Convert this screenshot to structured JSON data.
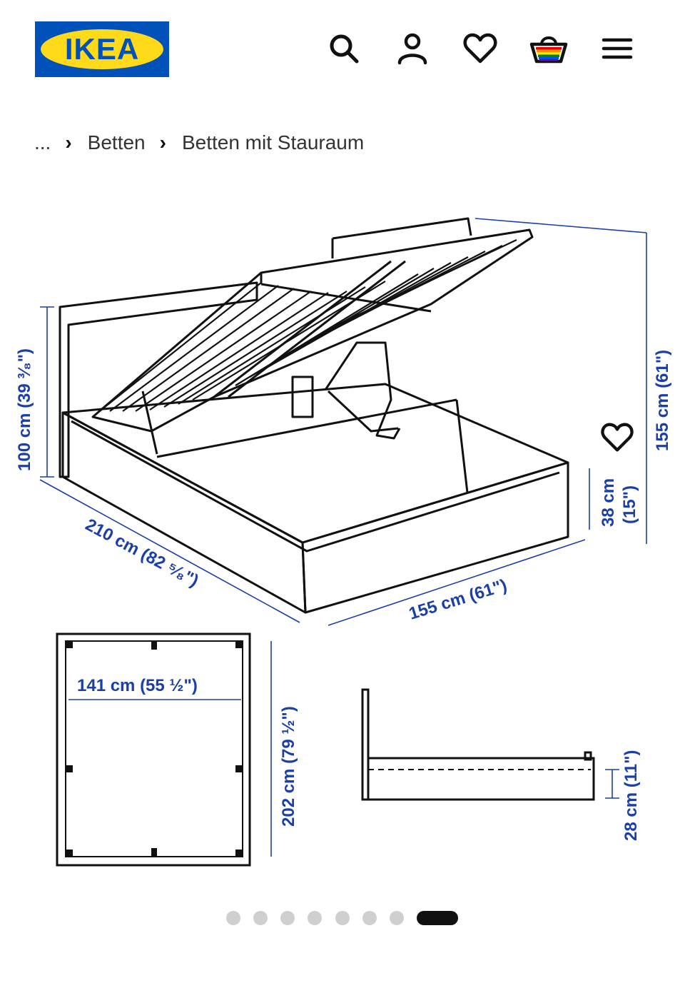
{
  "header": {
    "logo_text": "IKEA",
    "icons": [
      "search-icon",
      "account-icon",
      "heart-icon",
      "basket-icon",
      "menu-icon"
    ]
  },
  "breadcrumb": {
    "items": [
      "...",
      "Betten",
      "Betten mit Stauraum"
    ]
  },
  "gallery": {
    "dimensions": {
      "height_headboard": "100 cm (39 ³⁄₈\")",
      "length": "210 cm (82 ⁵⁄₈\")",
      "width": "155 cm (61\")",
      "height_open": "155 cm (61\")",
      "frame_height_cm": "38 cm",
      "frame_height_in": "(15\")",
      "inner_width": "141 cm (55 ½\")",
      "inner_length": "202 cm (79 ½\")",
      "storage_depth": "28 cm (11\")"
    },
    "total_images": 8,
    "active_index": 7
  },
  "colors": {
    "ikea_blue": "#0051ba",
    "ikea_yellow": "#ffda1a",
    "dimension_blue": "#1a3fa8"
  }
}
